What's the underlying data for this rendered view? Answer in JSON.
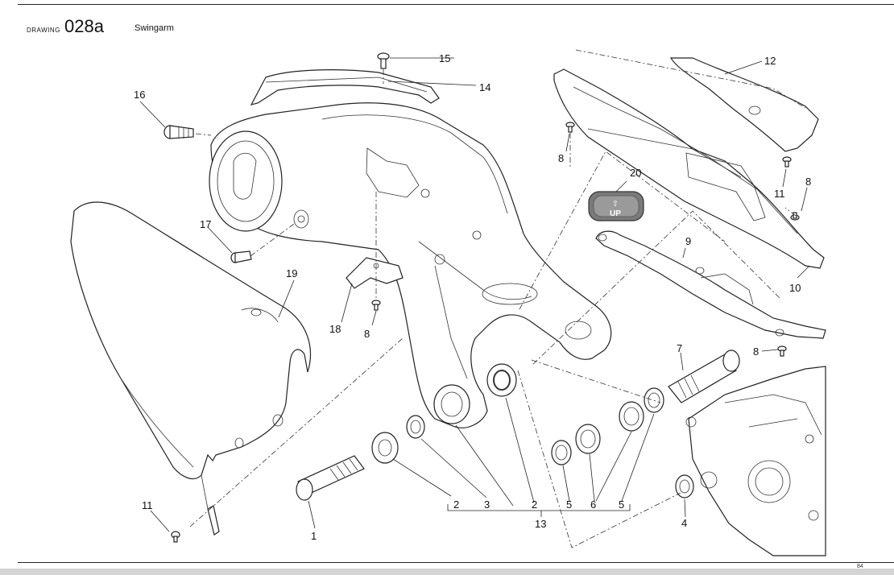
{
  "header": {
    "drawing_label": "DRAWING",
    "drawing_number": "028a",
    "title": "Swingarm"
  },
  "callouts": {
    "c1": "1",
    "c2a": "2",
    "c2b": "2",
    "c3": "3",
    "c4": "4",
    "c5a": "5",
    "c5b": "5",
    "c6": "6",
    "c7": "7",
    "c8a": "8",
    "c8b": "8",
    "c8c": "8",
    "c8d": "8",
    "c9": "9",
    "c10": "10",
    "c11a": "11",
    "c11b": "11",
    "c12": "12",
    "c13": "13",
    "c14": "14",
    "c15": "15",
    "c16": "16",
    "c17": "17",
    "c18": "18",
    "c19": "19",
    "c20": "20"
  },
  "decal": {
    "arrow": "⇧",
    "text": "UP"
  },
  "footer": {
    "page_number": "84"
  }
}
